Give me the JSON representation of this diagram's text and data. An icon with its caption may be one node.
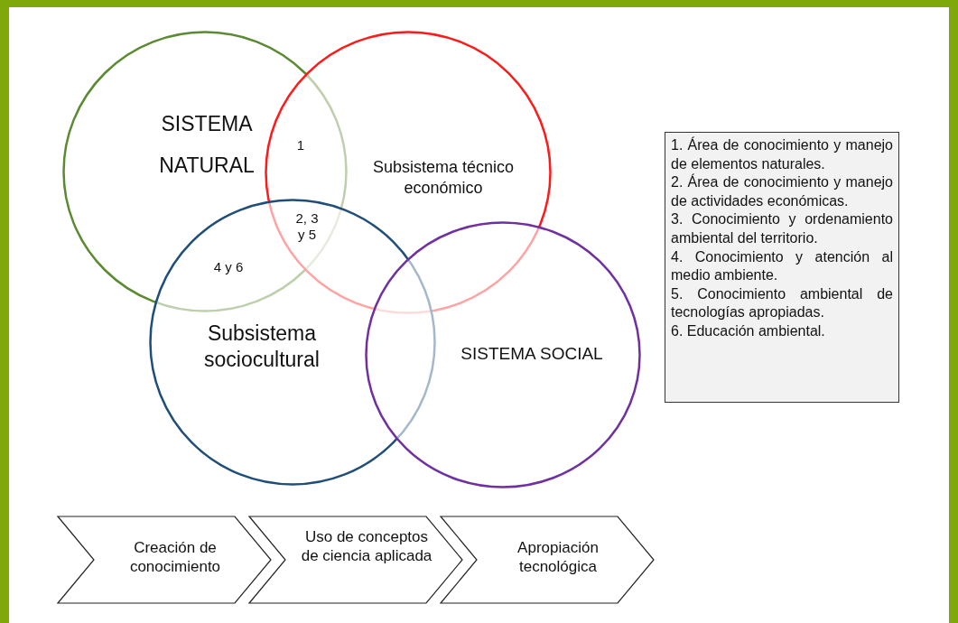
{
  "diagram": {
    "nodes": [
      {
        "text": [
          "SISTEMA NATURAL"
        ]
      },
      {
        "text": [
          "Subsistema técnico económico"
        ]
      },
      {
        "text": [
          "Subsistema sociocultural"
        ]
      },
      {
        "text": [
          "SISTEMA SOCIAL"
        ]
      },
      {
        "text": [
          "1. Área de conocimiento y manejo de elementos naturales.",
          "2. Área de conocimiento y manejo de actividades económicas.",
          "3. Conocimiento y ordenamiento ambiental del territorio.",
          "4. Conocimiento y atención al medio ambiente.",
          "5. Conocimiento ambiental de tecnologías apropiadas.",
          "6. Educación ambiental."
        ]
      },
      {
        "text": [
          "Creación de conocimiento"
        ]
      },
      {
        "text": [
          "Uso de conceptos de ciencia aplicada"
        ]
      },
      {
        "text": [
          "Apropiación tecnológica"
        ]
      }
    ],
    "edges": [],
    "labels": [
      "1",
      "2, 3 y 5",
      "4 y 6"
    ]
  }
}
